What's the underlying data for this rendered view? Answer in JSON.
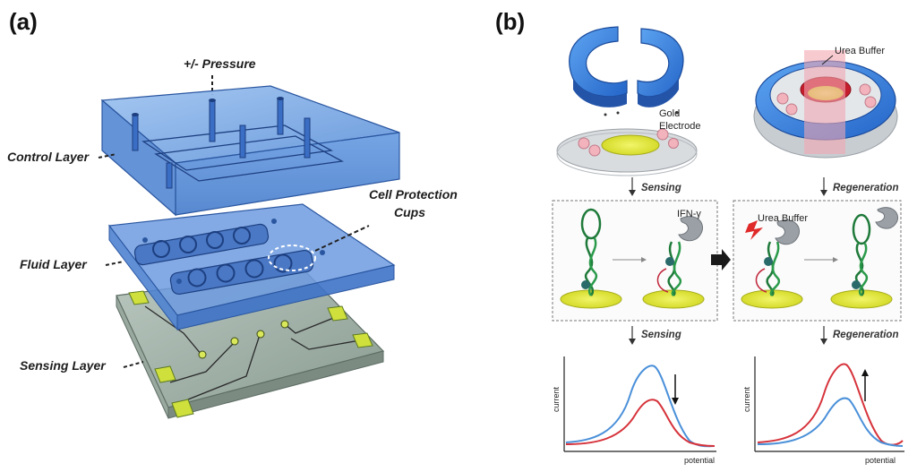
{
  "panel_a": {
    "label": "(a)",
    "pressure_label": "+/- Pressure",
    "control_layer": "Control Layer",
    "fluid_layer": "Fluid Layer",
    "sensing_layer": "Sensing Layer",
    "cups_label_line1": "Cell Protection",
    "cups_label_line2": "Cups"
  },
  "panel_b": {
    "label": "(b)",
    "gold_line1": "Gold",
    "gold_line2": "Electrode",
    "urea_buffer_top": "Urea Buffer",
    "sensing_label": "Sensing",
    "regeneration_label": "Regeneration",
    "ifn_label": "IFN-γ",
    "urea_buffer_mid": "Urea Buffer",
    "sensing_label_2": "Sensing",
    "regeneration_label_2": "Regeneration",
    "plot_left": {
      "ylabel": "current",
      "xlabel": "potential"
    },
    "plot_right": {
      "ylabel": "current",
      "xlabel": "potential"
    }
  },
  "colors": {
    "blue_layer": "#5b8fd6",
    "sensing_green": "#d8e24a",
    "curve_blue": "#4a90d9",
    "curve_red": "#d6333b"
  },
  "icons": [
    "arrow-down-icon",
    "arrow-up-icon",
    "arrow-right-icon",
    "lightning-icon",
    "dna-aptamer-icon"
  ]
}
